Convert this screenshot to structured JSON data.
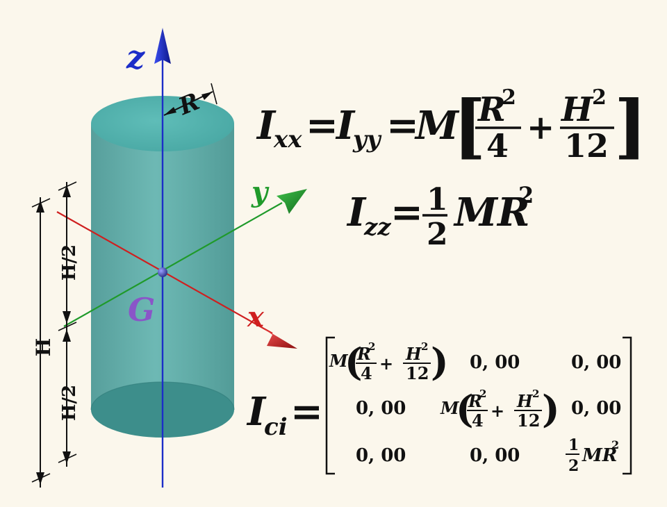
{
  "axes": {
    "z": "z",
    "y": "y",
    "x": "x",
    "center": "G"
  },
  "dimensions": {
    "radius": "R",
    "height": "H",
    "half_height_top": "H/2",
    "half_height_bottom": "H/2"
  },
  "formula_ixx": {
    "lhs1_sym": "I",
    "lhs1_sub": "xx",
    "eq1": "=",
    "lhs2_sym": "I",
    "lhs2_sub": "yy",
    "eq2": "=",
    "mass": "M",
    "bracket_open": "[",
    "frac1_num_base": "R",
    "frac1_num_exp": "2",
    "frac1_den": "4",
    "plus": "+",
    "frac2_num_base": "H",
    "frac2_num_exp": "2",
    "frac2_den": "12",
    "bracket_close": "]"
  },
  "formula_izz": {
    "lhs_sym": "I",
    "lhs_sub": "zz",
    "eq": "=",
    "frac_num": "1",
    "frac_den": "2",
    "mr": "MR",
    "exp": "2"
  },
  "tensor": {
    "lhs_sym": "I",
    "lhs_sub": "ci",
    "eq": "=",
    "row1": {
      "c2": "0, 00",
      "c3": "0, 00"
    },
    "row2": {
      "c1": "0, 00",
      "c3": "0, 00"
    },
    "row3": {
      "c1": "0, 00",
      "c2": "0, 00"
    },
    "inertia_term": {
      "mass": "M",
      "paren_open": "(",
      "r": "R",
      "r_exp": "2",
      "den1": "4",
      "plus": "+",
      "h": "H",
      "h_exp": "2",
      "den2": "12",
      "paren_close": ")"
    },
    "izz_term": {
      "num": "1",
      "den": "2",
      "mr": "MR",
      "exp": "2"
    }
  },
  "colors": {
    "background": "#fbf7ec",
    "cylinder": "#3f9f9c",
    "z_axis": "#1c2ec8",
    "y_axis": "#1f9a2a",
    "x_axis": "#d42020",
    "g_label": "#8a55c8"
  }
}
